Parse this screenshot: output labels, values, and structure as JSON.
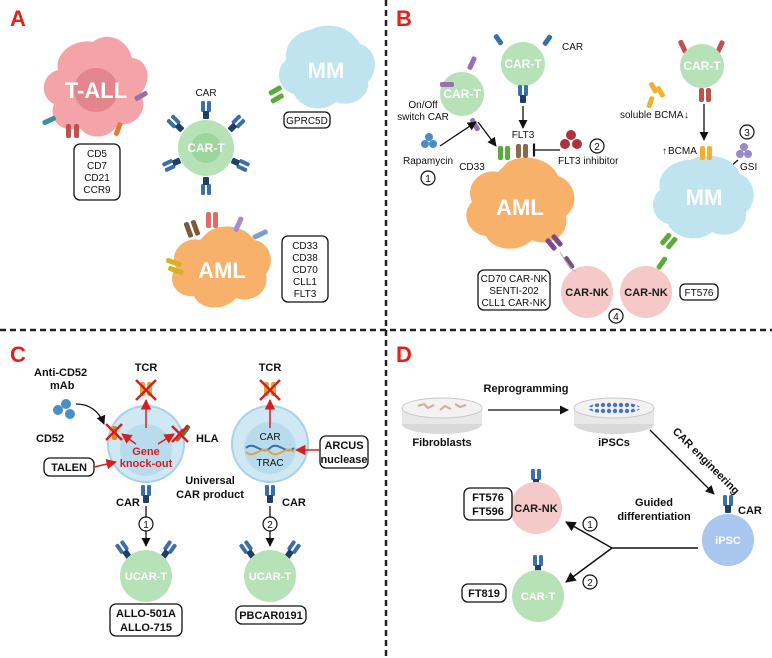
{
  "panels": {
    "a": {
      "letter": "A",
      "t_all": "T-ALL",
      "t_all_markers": [
        "CD5",
        "CD7",
        "CD21",
        "CCR9"
      ],
      "mm": "MM",
      "mm_marker": "GPRC5D",
      "car_label": "CAR",
      "car_t": "CAR-T",
      "aml": "AML",
      "aml_markers": [
        "CD33",
        "CD38",
        "CD70",
        "CLL1",
        "FLT3"
      ]
    },
    "b": {
      "letter": "B",
      "car_top": "CAR",
      "car_t_top": "CAR-T",
      "car_t_left": "CAR-T",
      "car_t_right": "CAR-T",
      "on_off": [
        "On/Off",
        "switch CAR"
      ],
      "rapamycin": "Rapamycin",
      "num1": "1",
      "num2": "2",
      "num3": "3",
      "num4": "4",
      "cd33": "CD33",
      "flt3": "FLT3",
      "flt3_inhibitor": "FLT3 inhibitor",
      "aml": "AML",
      "soluble_bcma": "soluble BCMA",
      "bcma": "BCMA",
      "gsi": "GSI",
      "mm": "MM",
      "car_nk_list": [
        "CD70 CAR-NK",
        "SENTI-202",
        "CLL1 CAR-NK"
      ],
      "car_nk_1": "CAR-NK",
      "car_nk_2": "CAR-NK",
      "ft576": "FT576"
    },
    "c": {
      "letter": "C",
      "anti_cd52": [
        "Anti-CD52",
        "mAb"
      ],
      "cd52": "CD52",
      "tcr_left": "TCR",
      "hla": "HLA",
      "gene_ko": [
        "Gene",
        "knock-out"
      ],
      "talen": "TALEN",
      "universal": [
        "Universal",
        "CAR product"
      ],
      "car_left": "CAR",
      "num1": "1",
      "ucar_t_left": "UCAR-T",
      "products_left": [
        "ALLO-501A",
        "ALLO-715"
      ],
      "tcr_right": "TCR",
      "car_inner": "CAR",
      "trac": "TRAC",
      "arcus": [
        "ARCUS",
        "nuclease"
      ],
      "car_right": "CAR",
      "num2": "2",
      "ucar_t_right": "UCAR-T",
      "product_right": "PBCAR0191"
    },
    "d": {
      "letter": "D",
      "fibroblasts": "Fibroblasts",
      "reprogramming": "Reprogramming",
      "ipscs": "iPSCs",
      "car_engineering": "CAR engineering",
      "car": "CAR",
      "ipsc": "iPSC",
      "guided": [
        "Guided",
        "differentiation"
      ],
      "num1": "1",
      "num2": "2",
      "car_nk": "CAR-NK",
      "car_t": "CAR-T",
      "nk_products": [
        "FT576",
        "FT596"
      ],
      "t_product": "FT819"
    }
  },
  "colors": {
    "panel_letter": "#e3211c",
    "t_all": "#f4a3a8",
    "mm": "#bfe4ef",
    "car_t": "#b7e2b7",
    "aml": "#f7b16a",
    "car_nk": "#f6c9c9",
    "ipsc": "#a8c6ee",
    "knockout_red": "#d62020",
    "divider": "#222222"
  }
}
